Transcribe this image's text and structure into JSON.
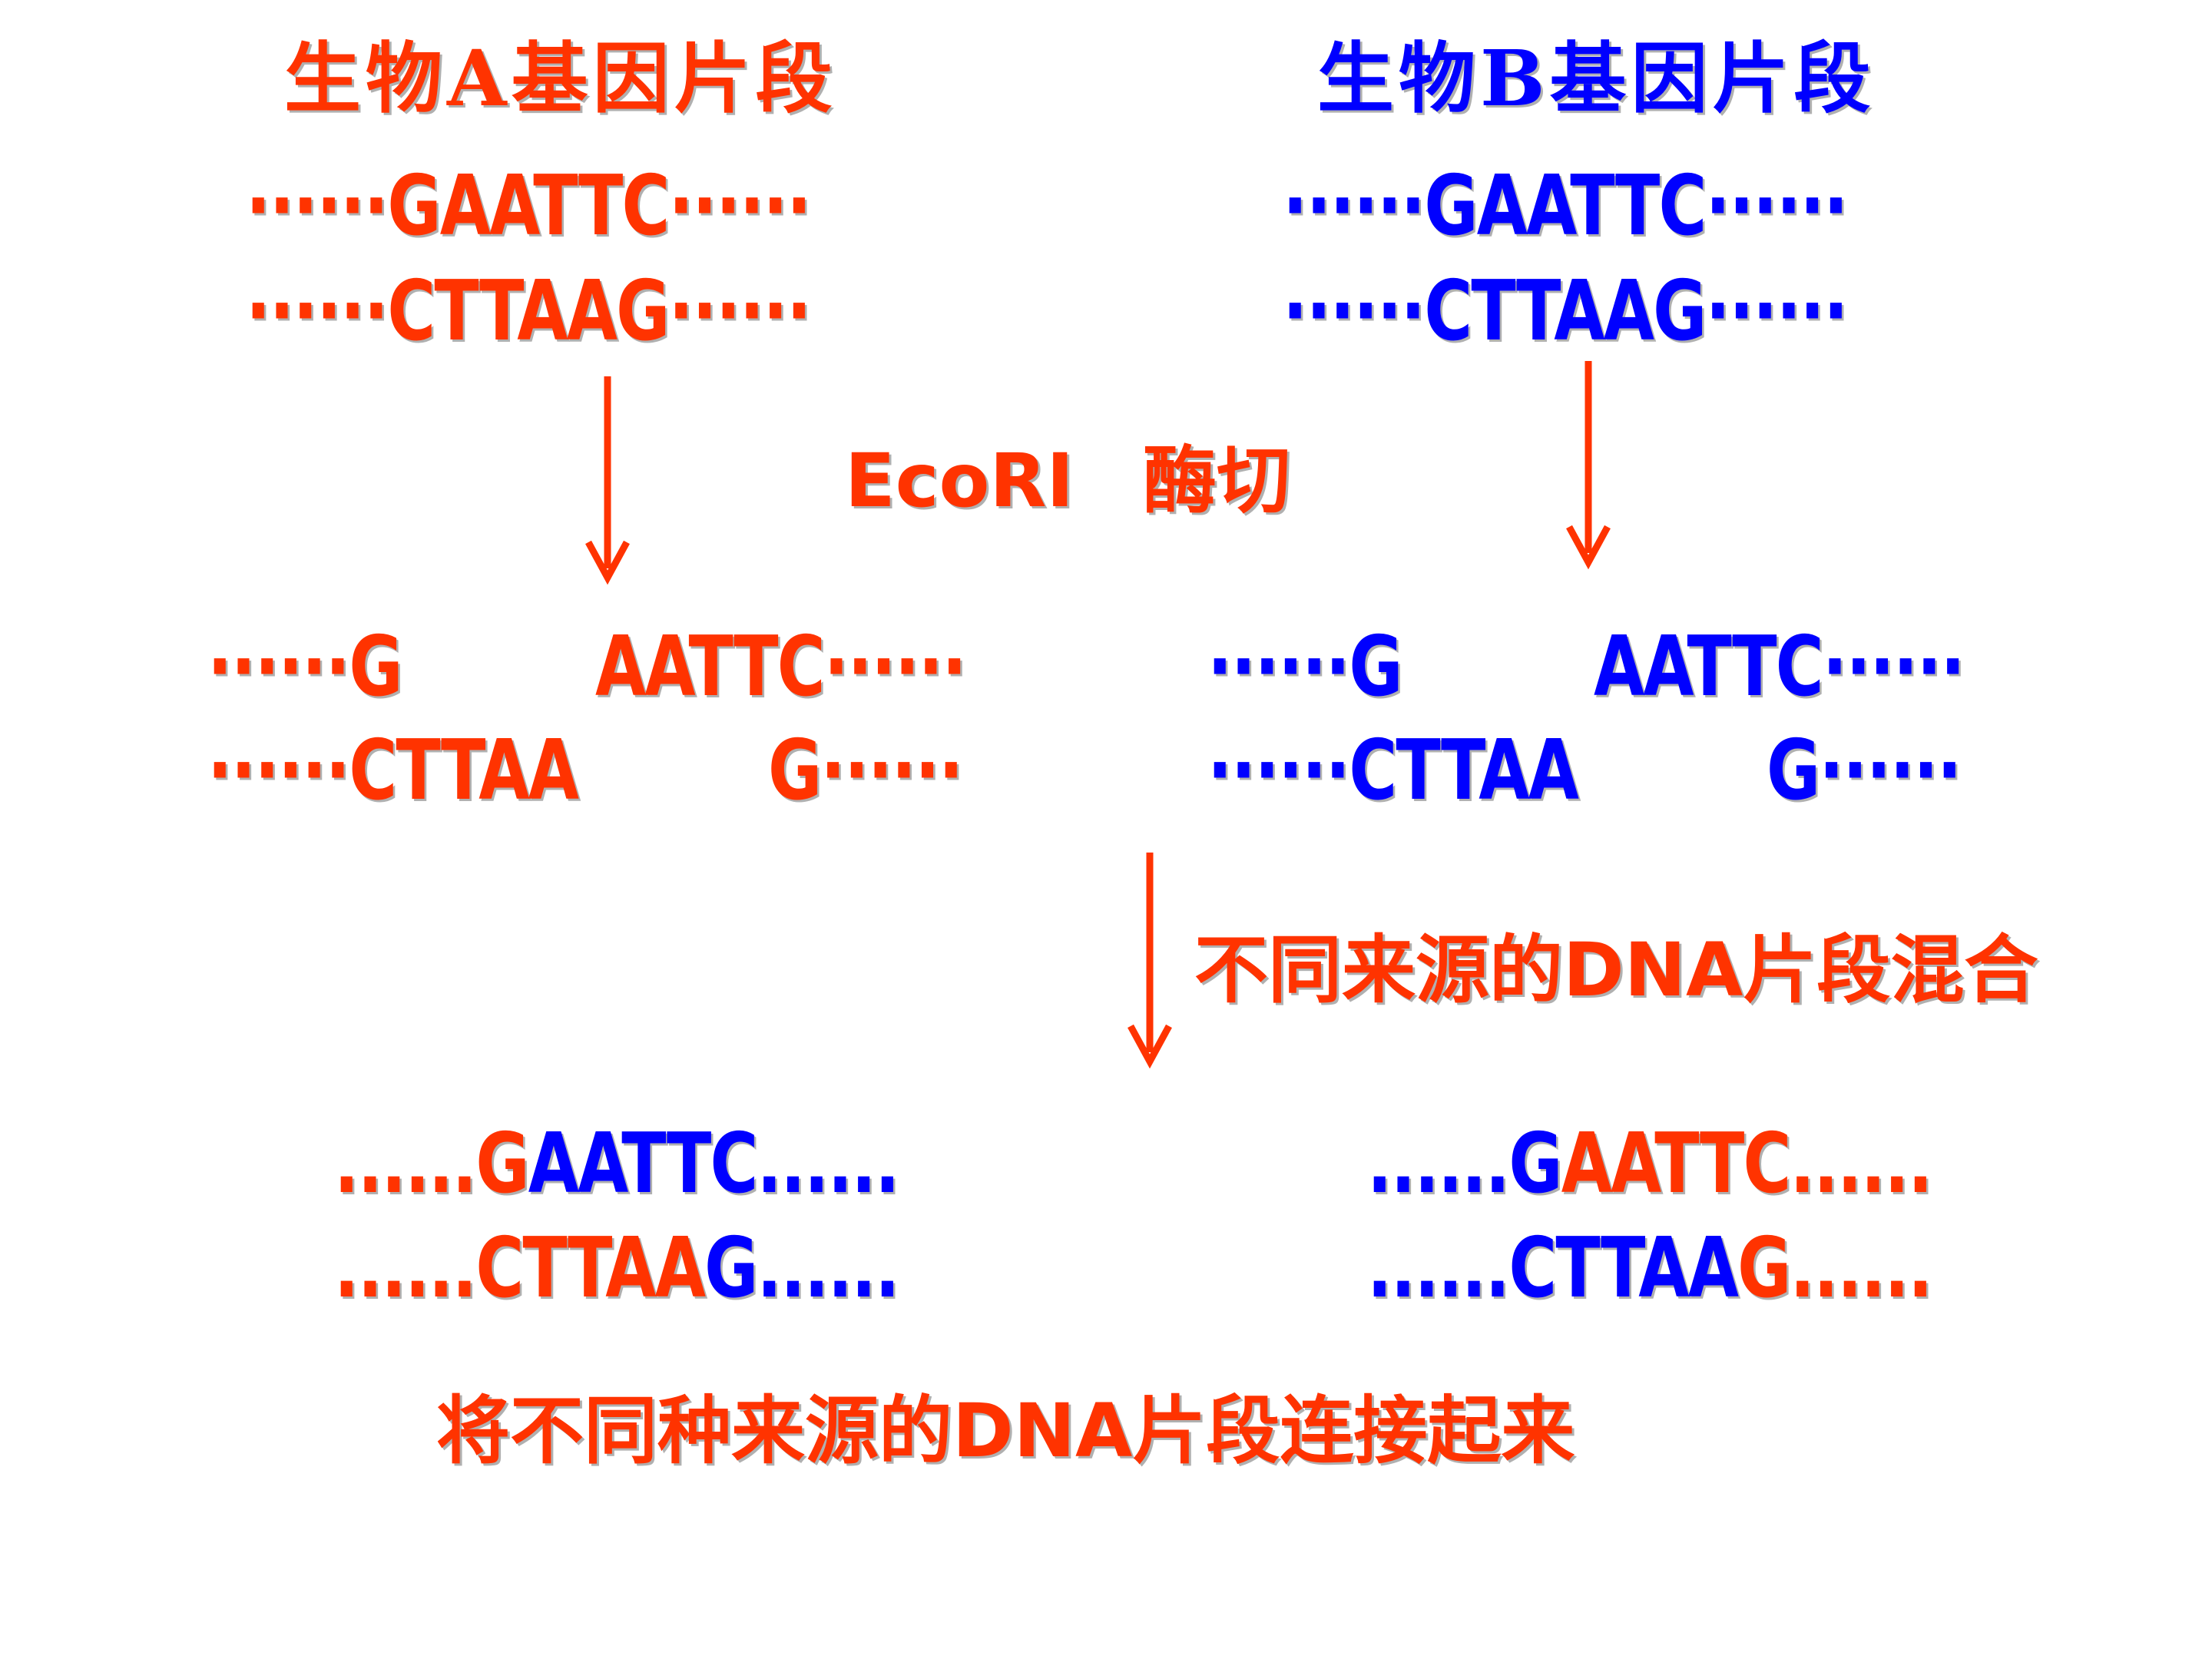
{
  "colors": {
    "organism_a": "#FF3300",
    "organism_b": "#0000FF"
  },
  "organism_a": {
    "title": "生物A基因片段",
    "top_strand": {
      "left": "······",
      "site": "GAATTC",
      "right": "······"
    },
    "bottom_strand": {
      "left": "······",
      "site": "CTTAAG",
      "right": "······"
    },
    "cut": {
      "top_left": "······G",
      "top_right": "AATTC······",
      "bottom_left": "······CTTAA",
      "bottom_right": "G······"
    }
  },
  "organism_b": {
    "title": "生物B基因片段",
    "top_strand": {
      "left": "······",
      "site": "GAATTC",
      "right": "······"
    },
    "bottom_strand": {
      "left": "······",
      "site": "CTTAAG",
      "right": "······"
    },
    "cut": {
      "top_left": "······G",
      "top_right": "AATTC······",
      "bottom_left": "······CTTAA",
      "bottom_right": "G······"
    }
  },
  "enzyme_label": {
    "latin": "EcoRⅠ",
    "cjk": "酶切"
  },
  "mix_label": {
    "part1": "不同来源的",
    "latin": "DNA",
    "part2": "片段混合"
  },
  "recombinant_left": {
    "top": {
      "dots_left": "......",
      "g": "G",
      "aattc": "AATTC",
      "dots_right": "......"
    },
    "bottom": {
      "dots_left": "......",
      "cttaa": "CTTAA",
      "g": "G",
      "dots_right": "......"
    }
  },
  "recombinant_right": {
    "top": {
      "dots_left": "......",
      "g": "G",
      "aattc": "AATTC",
      "dots_right": "......"
    },
    "bottom": {
      "dots_left": "......",
      "cttaa": "CTTAA",
      "g": "G",
      "dots_right": "......"
    }
  },
  "conclusion": {
    "part1": "将不同种来源的",
    "latin": "DNA",
    "part2": "片段连接起来"
  }
}
